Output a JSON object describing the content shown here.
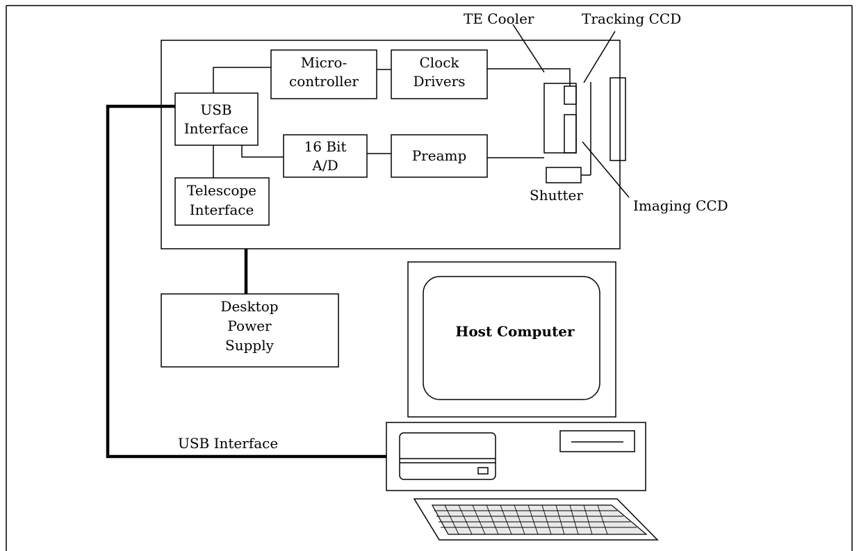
{
  "diagram": {
    "blocks": {
      "microcontroller": [
        "Micro-",
        "controller"
      ],
      "clock_drivers": [
        "Clock",
        "Drivers"
      ],
      "usb_interface": [
        "USB",
        "Interface"
      ],
      "ad_converter": [
        "16 Bit",
        "A/D"
      ],
      "preamp": [
        "Preamp"
      ],
      "telescope_interface": [
        "Telescope",
        "Interface"
      ],
      "power_supply": [
        "Desktop",
        "Power",
        "Supply"
      ]
    },
    "callouts": {
      "te_cooler": "TE Cooler",
      "tracking_ccd": "Tracking CCD",
      "imaging_ccd": "Imaging CCD",
      "shutter": "Shutter"
    },
    "host_computer": "Host Computer",
    "usb_cable_label": "USB Interface"
  },
  "colors": {
    "line": "#000000",
    "background": "#ffffff"
  }
}
